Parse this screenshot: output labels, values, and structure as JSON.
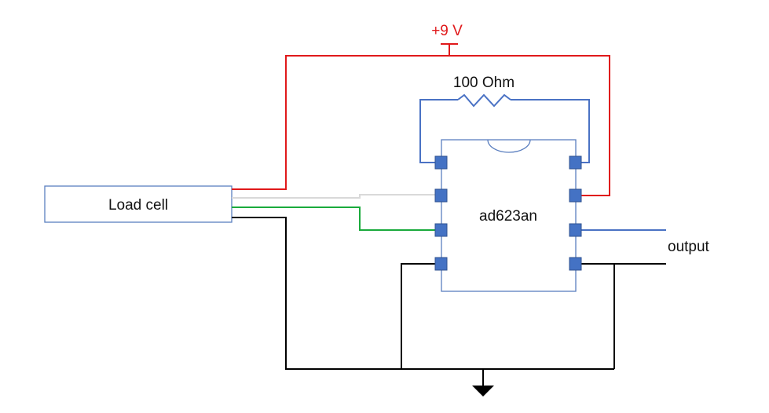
{
  "components": {
    "load_cell": {
      "label": "Load cell"
    },
    "chip": {
      "label": "ad623an"
    },
    "resistor": {
      "label": "100 Ohm"
    }
  },
  "supply": {
    "label": "+9 V"
  },
  "output": {
    "label": "output"
  },
  "colors": {
    "supply_wire": "#e0191b",
    "signal_wire": "#4a72c4",
    "ground_wire": "#000000",
    "positive_signal_wire": "#1aaa3c",
    "negative_signal_wire": "#d9d9d9",
    "pin_fill": "#4472c4",
    "box_stroke": "#5b7fbf"
  },
  "icons": {
    "ground": "ground-symbol-icon",
    "supply": "supply-rail-icon",
    "resistor": "resistor-zigzag-icon",
    "chip_notch": "ic-notch-icon"
  }
}
